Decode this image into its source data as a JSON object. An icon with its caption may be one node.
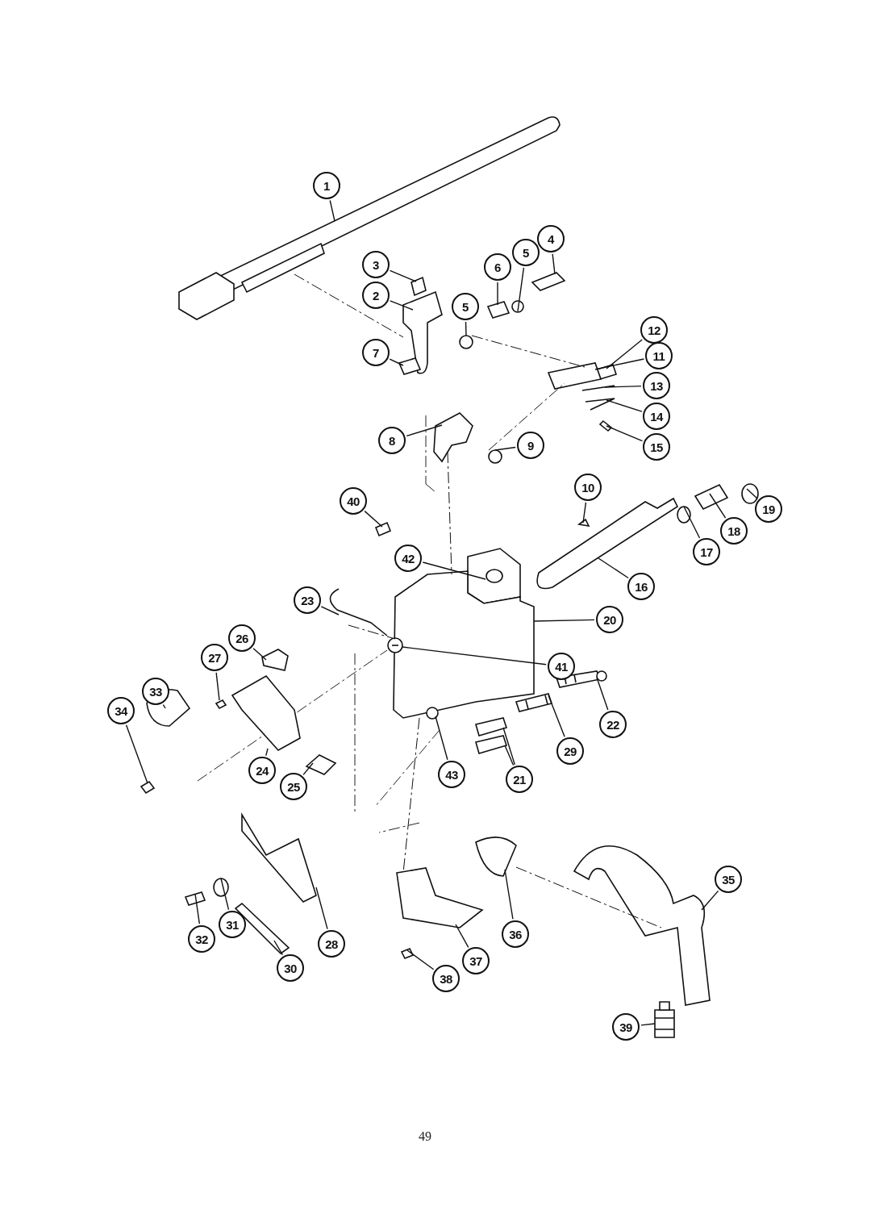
{
  "diagram": {
    "nodes": [
      {
        "text": [
          "1"
        ]
      },
      {
        "text": [
          "4"
        ]
      },
      {
        "text": [
          "5"
        ]
      },
      {
        "text": [
          "3"
        ]
      },
      {
        "text": [
          "6"
        ]
      },
      {
        "text": [
          "2"
        ]
      },
      {
        "text": [
          "5"
        ]
      },
      {
        "text": [
          "12"
        ]
      },
      {
        "text": [
          "7"
        ]
      },
      {
        "text": [
          "11"
        ]
      },
      {
        "text": [
          "13"
        ]
      },
      {
        "text": [
          "14"
        ]
      },
      {
        "text": [
          "8"
        ]
      },
      {
        "text": [
          "9"
        ]
      },
      {
        "text": [
          "15"
        ]
      },
      {
        "text": [
          "10"
        ]
      },
      {
        "text": [
          "40"
        ]
      },
      {
        "text": [
          "19"
        ]
      },
      {
        "text": [
          "18"
        ]
      },
      {
        "text": [
          "17"
        ]
      },
      {
        "text": [
          "42"
        ]
      },
      {
        "text": [
          "16"
        ]
      },
      {
        "text": [
          "23"
        ]
      },
      {
        "text": [
          "20"
        ]
      },
      {
        "text": [
          "26"
        ]
      },
      {
        "text": [
          "27"
        ]
      },
      {
        "text": [
          "41"
        ]
      },
      {
        "text": [
          "33"
        ]
      },
      {
        "text": [
          "34"
        ]
      },
      {
        "text": [
          "22"
        ]
      },
      {
        "text": [
          "29"
        ]
      },
      {
        "text": [
          "24"
        ]
      },
      {
        "text": [
          "43"
        ]
      },
      {
        "text": [
          "21"
        ]
      },
      {
        "text": [
          "25"
        ]
      },
      {
        "text": [
          "35"
        ]
      },
      {
        "text": [
          "31"
        ]
      },
      {
        "text": [
          "36"
        ]
      },
      {
        "text": [
          "32"
        ]
      },
      {
        "text": [
          "28"
        ]
      },
      {
        "text": [
          "37"
        ]
      },
      {
        "text": [
          "30"
        ]
      },
      {
        "text": [
          "38"
        ]
      },
      {
        "text": [
          "39"
        ]
      },
      {
        "text": [],
        "shape": "picture"
      },
      {
        "text": [],
        "shape": "picture"
      },
      {
        "text": [],
        "shape": "picture"
      },
      {
        "text": [],
        "shape": "picture"
      },
      {
        "text": [],
        "shape": "picture"
      },
      {
        "text": [],
        "shape": "picture"
      },
      {
        "text": [],
        "shape": "picture"
      },
      {
        "text": [],
        "shape": "picture"
      },
      {
        "text": [],
        "shape": "picture"
      },
      {
        "text": [],
        "shape": "picture"
      },
      {
        "text": [],
        "shape": "picture"
      },
      {
        "text": [],
        "shape": "picture"
      },
      {
        "text": [],
        "shape": "picture"
      },
      {
        "text": [],
        "shape": "picture"
      },
      {
        "text": [],
        "shape": "picture"
      },
      {
        "text": [],
        "shape": "picture"
      },
      {
        "text": [],
        "shape": "picture"
      },
      {
        "text": [],
        "shape": "picture"
      },
      {
        "text": [],
        "shape": "picture"
      },
      {
        "text": [],
        "shape": "picture"
      },
      {
        "text": [],
        "shape": "picture"
      },
      {
        "text": [],
        "shape": "picture"
      },
      {
        "text": [],
        "shape": "picture"
      },
      {
        "text": [],
        "shape": "picture"
      },
      {
        "text": [],
        "shape": "picture"
      },
      {
        "text": [],
        "shape": "picture"
      },
      {
        "text": [],
        "shape": "picture"
      },
      {
        "text": [],
        "shape": "picture"
      },
      {
        "text": [],
        "shape": "picture"
      },
      {
        "text": [],
        "shape": "picture"
      },
      {
        "text": [],
        "shape": "picture"
      },
      {
        "text": [],
        "shape": "picture"
      },
      {
        "text": [],
        "shape": "picture"
      },
      {
        "text": [],
        "shape": "picture"
      },
      {
        "text": [],
        "shape": "picture"
      },
      {
        "text": [],
        "shape": "picture"
      },
      {
        "text": [],
        "shape": "picture"
      },
      {
        "text": [],
        "shape": "picture"
      },
      {
        "text": [],
        "shape": "picture"
      },
      {
        "text": [],
        "shape": "picture"
      },
      {
        "text": [],
        "shape": "picture"
      },
      {
        "text": [],
        "shape": "picture"
      },
      {
        "text": [],
        "shape": "picture"
      },
      {
        "text": [],
        "shape": "picture"
      },
      {
        "text": [],
        "shape": "picture"
      }
    ],
    "edges": [
      {
        "from": 0,
        "to": 44,
        "arrow": "none"
      },
      {
        "from": 1,
        "to": 45,
        "arrow": "none"
      },
      {
        "from": 2,
        "to": 46,
        "arrow": "none"
      },
      {
        "from": 3,
        "to": 47,
        "arrow": "none"
      },
      {
        "from": 4,
        "to": 48,
        "arrow": "none"
      },
      {
        "from": 5,
        "to": 49,
        "arrow": "none"
      },
      {
        "from": 6,
        "to": 50,
        "arrow": "none"
      },
      {
        "from": 7,
        "to": 51,
        "arrow": "none"
      },
      {
        "from": 8,
        "to": 52,
        "arrow": "none"
      },
      {
        "from": 9,
        "to": 53,
        "arrow": "none"
      },
      {
        "from": 10,
        "to": 54,
        "arrow": "none"
      },
      {
        "from": 11,
        "to": 55,
        "arrow": "none"
      },
      {
        "from": 12,
        "to": 56,
        "arrow": "none"
      },
      {
        "from": 13,
        "to": 57,
        "arrow": "none"
      },
      {
        "from": 14,
        "to": 58,
        "arrow": "none"
      },
      {
        "from": 15,
        "to": 59,
        "arrow": "none"
      },
      {
        "from": 16,
        "to": 60,
        "arrow": "none"
      },
      {
        "from": 17,
        "to": 61,
        "arrow": "none"
      },
      {
        "from": 18,
        "to": 62,
        "arrow": "none"
      },
      {
        "from": 19,
        "to": 63,
        "arrow": "none"
      },
      {
        "from": 20,
        "to": 64,
        "arrow": "none"
      },
      {
        "from": 21,
        "to": 65,
        "arrow": "none"
      },
      {
        "from": 22,
        "to": 66,
        "arrow": "none"
      },
      {
        "from": 23,
        "to": 67,
        "arrow": "none"
      },
      {
        "from": 24,
        "to": 68,
        "arrow": "none"
      },
      {
        "from": 25,
        "to": 69,
        "arrow": "none"
      },
      {
        "from": 26,
        "to": 70,
        "arrow": "none"
      },
      {
        "from": 27,
        "to": 71,
        "arrow": "none"
      },
      {
        "from": 28,
        "to": 72,
        "arrow": "none"
      },
      {
        "from": 29,
        "to": 73,
        "arrow": "none"
      },
      {
        "from": 30,
        "to": 74,
        "arrow": "none"
      },
      {
        "from": 31,
        "to": 75,
        "arrow": "none"
      },
      {
        "from": 32,
        "to": 76,
        "arrow": "none"
      },
      {
        "from": 33,
        "to": 77,
        "arrow": "none"
      },
      {
        "from": 33,
        "to": 78,
        "arrow": "none"
      },
      {
        "from": 34,
        "to": 79,
        "arrow": "none"
      },
      {
        "from": 35,
        "to": 80,
        "arrow": "none"
      },
      {
        "from": 36,
        "to": 81,
        "arrow": "none"
      },
      {
        "from": 37,
        "to": 82,
        "arrow": "none"
      },
      {
        "from": 38,
        "to": 83,
        "arrow": "none"
      },
      {
        "from": 39,
        "to": 84,
        "arrow": "none"
      },
      {
        "from": 40,
        "to": 85,
        "arrow": "none"
      },
      {
        "from": 41,
        "to": 86,
        "arrow": "none"
      },
      {
        "from": 42,
        "to": 87,
        "arrow": "none"
      },
      {
        "from": 43,
        "to": 88,
        "arrow": "none"
      },
      {
        "from": 44,
        "to": 49,
        "arrow": "none",
        "style": "dashed"
      },
      {
        "from": 50,
        "to": 53,
        "arrow": "none",
        "style": "dashed"
      },
      {
        "from": 56,
        "to": 67,
        "arrow": "none",
        "style": "dashed"
      },
      {
        "from": 57,
        "to": 53,
        "arrow": "none",
        "style": "dashed"
      },
      {
        "from": 66,
        "to": 67,
        "arrow": "none",
        "style": "dashed"
      },
      {
        "from": 67,
        "to": 85,
        "arrow": "none",
        "style": "dashed"
      },
      {
        "from": 82,
        "to": 80,
        "arrow": "none",
        "style": "dashed"
      }
    ],
    "labels": [
      "49"
    ]
  }
}
